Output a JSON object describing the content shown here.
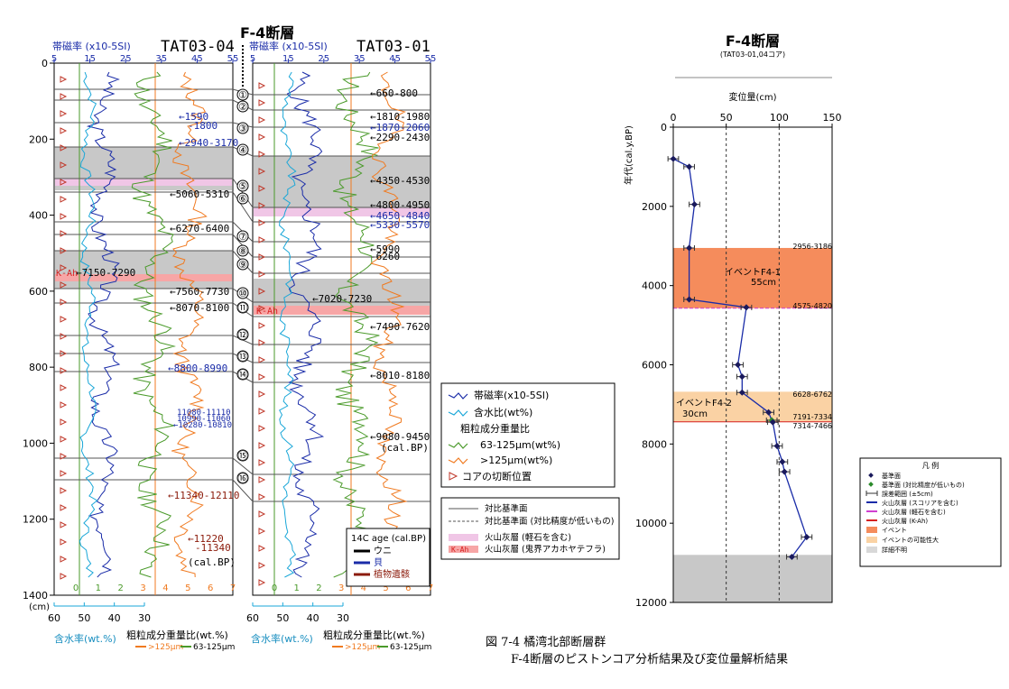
{
  "header": {
    "fault_label": "F-4断層",
    "core_left": "TAT03-04",
    "core_right": "TAT03-01",
    "suscept_label": "帯磁率 (x10-5SI)",
    "suscept_ticks": [
      "5",
      "15",
      "25",
      "35",
      "45",
      "55"
    ]
  },
  "depth_axis": {
    "ticks": [
      "0",
      "200",
      "400",
      "600",
      "800",
      "1000",
      "1200",
      "1400"
    ],
    "unit": "(cm)"
  },
  "bottom_axes": {
    "water_ticks": [
      "60",
      "50",
      "40",
      "30"
    ],
    "grain_ticks": [
      "0",
      "1",
      "2",
      "3",
      "4",
      "5",
      "6",
      "7"
    ],
    "water_label": "含水率(wt.%)",
    "grain_label": "粗粒成分重量比(wt.%)",
    "grain_sub_a": ">125μm",
    "grain_sub_b": "63-125μm"
  },
  "markers": [
    "①",
    "②",
    "③",
    "④",
    "⑤",
    "⑥",
    "⑦",
    "⑧",
    "⑨",
    "⑩",
    "⑪",
    "⑫",
    "⑬",
    "⑭",
    "⑮",
    "⑯"
  ],
  "ages_left": [
    {
      "t": "1590",
      "c": "#1a2ca8"
    },
    {
      "t": "-1800",
      "c": "#1a2ca8"
    },
    {
      "t": "2940-3170",
      "c": "#1a2ca8"
    },
    {
      "t": "5060-5310",
      "c": "#000000"
    },
    {
      "t": "6270-6400",
      "c": "#000000"
    },
    {
      "t": "7150-7290",
      "c": "#000000"
    },
    {
      "t": "7560-7730",
      "c": "#000000"
    },
    {
      "t": "8070-8100",
      "c": "#000000"
    },
    {
      "t": "8800-8990",
      "c": "#1a2ca8"
    },
    {
      "t": "11080-11110",
      "c": "#1a2ca8"
    },
    {
      "t": "10990-11060",
      "c": "#1a2ca8"
    },
    {
      "t": "10280-10810",
      "c": "#1a2ca8"
    },
    {
      "t": "11340-12110",
      "c": "#8b1a0a"
    },
    {
      "t": "11220",
      "c": "#8b1a0a"
    },
    {
      "t": "-11340",
      "c": "#8b1a0a"
    },
    {
      "t": "(cal.BP)",
      "c": "#000000"
    }
  ],
  "ages_right": [
    {
      "t": "660-800",
      "c": "#000000"
    },
    {
      "t": "1810-1980",
      "c": "#000000"
    },
    {
      "t": "1870-2060",
      "c": "#1a2ca8"
    },
    {
      "t": "2290-2430",
      "c": "#000000"
    },
    {
      "t": "4350-4530",
      "c": "#000000"
    },
    {
      "t": "4800-4950",
      "c": "#000000"
    },
    {
      "t": "4650-4840",
      "c": "#1a2ca8"
    },
    {
      "t": "5330-5570",
      "c": "#1a2ca8"
    },
    {
      "t": "5990",
      "c": "#000000"
    },
    {
      "t": "-6260",
      "c": "#000000"
    },
    {
      "t": "7020-7230",
      "c": "#000000"
    },
    {
      "t": "7490-7620",
      "c": "#000000"
    },
    {
      "t": "8010-8180",
      "c": "#000000"
    },
    {
      "t": "9080-9450",
      "c": "#000000"
    },
    {
      "t": "(cal.BP)",
      "c": "#000000"
    }
  ],
  "kah_label": "K-Ah",
  "legend1": {
    "items": [
      "帯磁率(x10-5SI)",
      "含水比(wt%)",
      "粗粒成分重量比",
      "63-125μm(wt%)",
      ">125μm(wt%)",
      "コアの切断位置"
    ]
  },
  "legend2": {
    "items": [
      "対比基準面",
      "対比基準面 (対比精度が低いもの)",
      "火山灰層 (軽石を含む)",
      "火山灰層 (鬼界アカホヤテフラ)"
    ],
    "kah": "K-Ah"
  },
  "legend_c14": {
    "title": "14C age (cal.BP)",
    "items": [
      {
        "t": "ウニ",
        "c": "#000000"
      },
      {
        "t": "貝",
        "c": "#1a2ca8"
      },
      {
        "t": "植物遺骸",
        "c": "#8b1a0a"
      }
    ]
  },
  "caption": {
    "line1": "図 7-4  橘湾北部断層群",
    "line2": "F-4断層のピストンコア分析結果及び変位量解析結果"
  },
  "right_panel": {
    "title": "F-4断層",
    "subtitle": "(TAT03-01,04コア)",
    "xlabel": "変位量(cm)",
    "ylabel": "年代(cal.y.BP)",
    "event1_label": "イベントF4-1",
    "event1_amount": "55cm",
    "event2_label": "イベントF4-2",
    "event2_amount": "30cm",
    "range_labels": [
      "2956-3186",
      "4575-4820",
      "6628-6762",
      "7191-7334",
      "7314-7466"
    ]
  },
  "legend3": {
    "title": "凡 例",
    "items": [
      "基準面",
      "基準面 (対比精度が低いもの)",
      "誤差範囲 (±5cm)",
      "火山灰層 (スコリアを含む)",
      "火山灰層 (軽石を含む)",
      "火山灰層 (K-Ah)",
      "イベント",
      "イベントの可能性大",
      "詳細不明"
    ]
  },
  "colors": {
    "suscept": "#1a2ca8",
    "water": "#1aa7d8",
    "fine": "#4a9a2a",
    "coarse": "#f07a20",
    "gray": "#c8c8c8",
    "pumice": "#f0c6e6",
    "kah": "#f7a6a6",
    "event": "#f58c5c",
    "event_possible": "#fad2a4"
  },
  "chart_data": {
    "type": "scatter",
    "title": "F-4断層",
    "xlabel": "変位量(cm)",
    "ylabel": "年代(cal.y.BP)",
    "xlim": [
      0,
      150
    ],
    "ylim": [
      0,
      12000
    ],
    "xticks": [
      0,
      50,
      100,
      150
    ],
    "yticks": [
      0,
      2000,
      4000,
      6000,
      8000,
      10000,
      12000
    ],
    "x_dotted_refs": [
      50,
      100
    ],
    "series": [
      {
        "points": [
          {
            "x": 0,
            "y": 800
          },
          {
            "x": 15,
            "y": 1000
          },
          {
            "x": 20,
            "y": 1950
          },
          {
            "x": 15,
            "y": 3050
          },
          {
            "x": 15,
            "y": 4350
          },
          {
            "x": 69,
            "y": 4550
          },
          {
            "x": 61,
            "y": 6000
          },
          {
            "x": 65,
            "y": 6300
          },
          {
            "x": 65,
            "y": 6700
          },
          {
            "x": 90,
            "y": 7200
          },
          {
            "x": 93,
            "y": 7400
          },
          {
            "x": 94,
            "y": 7450
          },
          {
            "x": 98,
            "y": 8050
          },
          {
            "x": 103,
            "y": 8450
          },
          {
            "x": 105,
            "y": 8700
          },
          {
            "x": 126,
            "y": 10350
          },
          {
            "x": 112,
            "y": 10850
          }
        ],
        "error_cm": 5
      }
    ],
    "bands": [
      {
        "from": 3050,
        "to": 4570,
        "kind": "event"
      },
      {
        "from": 6680,
        "to": 7440,
        "kind": "event_possible"
      },
      {
        "from": 10800,
        "to": 12000,
        "kind": "unknown"
      }
    ]
  }
}
